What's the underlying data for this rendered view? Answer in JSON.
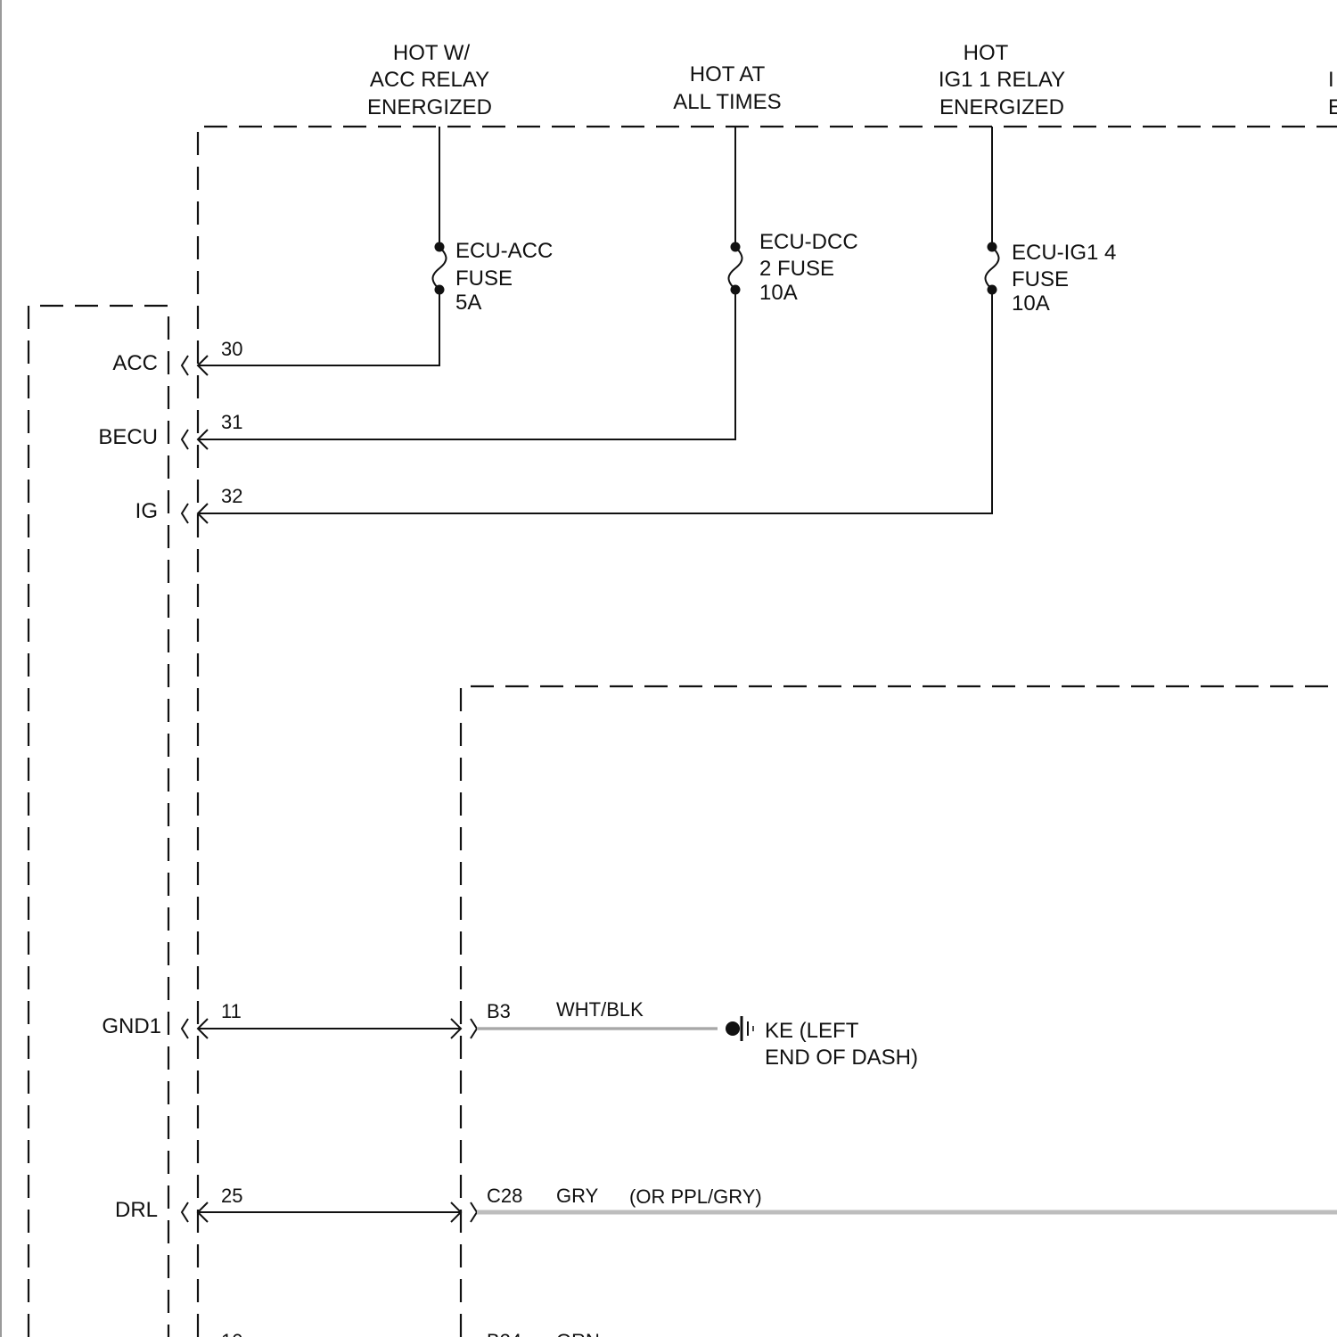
{
  "diagram": {
    "title": "Wiring diagram - power, ground and DRL circuits",
    "power_sources": [
      {
        "id": "acc",
        "lines": [
          "HOT W/",
          "ACC RELAY",
          "ENERGIZED"
        ]
      },
      {
        "id": "batt",
        "lines": [
          "HOT AT",
          "ALL TIMES"
        ]
      },
      {
        "id": "ig1",
        "lines": [
          "HOT",
          "IG1 1 RELAY",
          "ENERGIZED"
        ]
      },
      {
        "id": "partial",
        "lines": [
          "I",
          "E"
        ]
      }
    ],
    "fuses": [
      {
        "id": "ecu-acc",
        "lines": [
          "ECU-ACC",
          "FUSE",
          "5A"
        ],
        "rating": "5A"
      },
      {
        "id": "ecu-dcc",
        "lines": [
          "ECU-DCC",
          "2 FUSE",
          "10A"
        ],
        "rating": "10A"
      },
      {
        "id": "ecu-ig1",
        "lines": [
          "ECU-IG1 4",
          "FUSE",
          "10A"
        ],
        "rating": "10A"
      }
    ],
    "module_terminals": [
      {
        "name": "ACC",
        "pin": "30"
      },
      {
        "name": "BECU",
        "pin": "31"
      },
      {
        "name": "IG",
        "pin": "32"
      },
      {
        "name": "GND1",
        "pin": "11"
      },
      {
        "name": "DRL",
        "pin": "25"
      }
    ],
    "connector_circuits": [
      {
        "pin": "B3",
        "wire_color": "WHT/BLK",
        "alt_color": "",
        "destination": [
          "KE (LEFT",
          "END OF DASH)"
        ]
      },
      {
        "pin": "C28",
        "wire_color": "GRY",
        "alt_color": "(OR PPL/GRY)",
        "destination": []
      }
    ],
    "partial_bottom_row": {
      "pin": "10",
      "connector_pin": "B24",
      "wire_color": "GRN"
    },
    "ground_symbol": "ground-icon"
  }
}
